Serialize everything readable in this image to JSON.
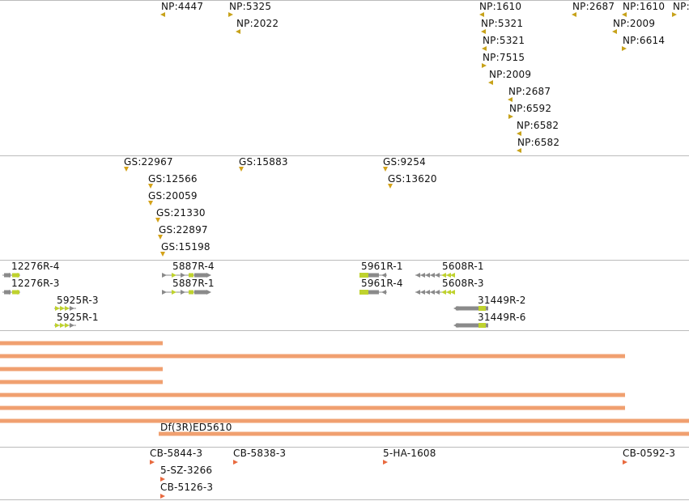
{
  "colors": {
    "separator": "#bbbbbb",
    "np_marker": "#c7a21a",
    "gs_marker": "#d4a219",
    "gene_body": "#8a8a8a",
    "gene_exon": "#bfd22e",
    "deficiency_bar": "#f0a070",
    "probe_marker": "#e86a3f"
  },
  "np_track": {
    "labels": [
      "NP:4447",
      "NP:5325",
      "NP:2022",
      "NP:1610",
      "NP:5321",
      "NP:5321",
      "NP:7515",
      "NP:2009",
      "NP:2687",
      "NP:6592",
      "NP:6582",
      "NP:6582",
      "NP:2687",
      "NP:1610",
      "NP:2009",
      "NP:6614",
      "NP:"
    ]
  },
  "gs_track": {
    "labels": [
      "GS:22967",
      "GS:12566",
      "GS:20059",
      "GS:21330",
      "GS:22897",
      "GS:15198",
      "GS:15883",
      "GS:9254",
      "GS:13620"
    ]
  },
  "gene_track": {
    "labels": [
      "12276R-4",
      "12276R-3",
      "5925R-3",
      "5925R-1",
      "5887R-4",
      "5887R-1",
      "5961R-1",
      "5961R-4",
      "5608R-1",
      "5608R-3",
      "31449R-2",
      "31449R-6"
    ]
  },
  "deficiency_track": {
    "label": "Df(3R)ED5610"
  },
  "probe_track": {
    "labels": [
      "CB-5844-3",
      "5-SZ-3266",
      "CB-5126-3",
      "CB-5838-3",
      "5-HA-1608",
      "CB-0592-3"
    ]
  }
}
